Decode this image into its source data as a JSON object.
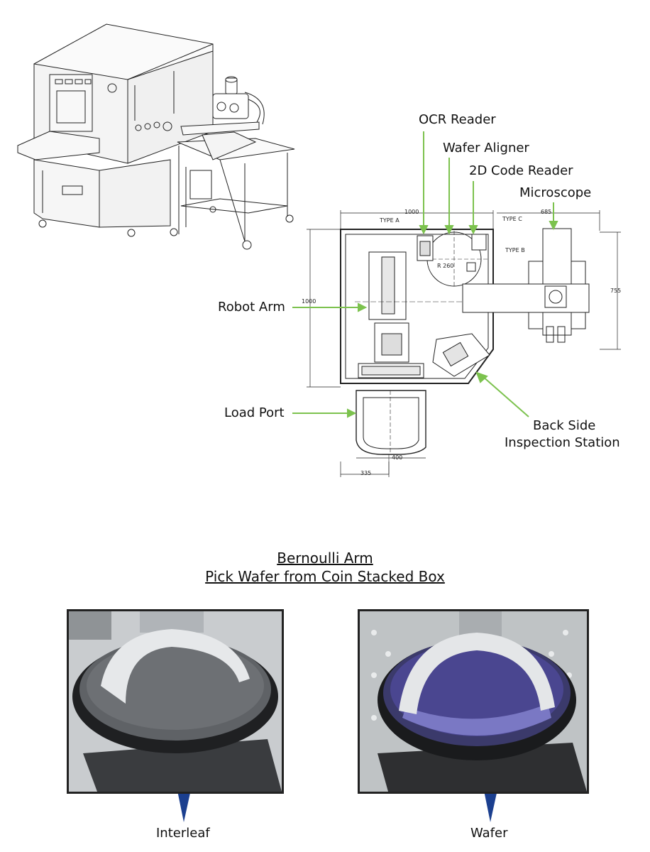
{
  "labels": {
    "ocr_reader": "OCR Reader",
    "wafer_aligner": "Wafer Aligner",
    "code_reader_2d": "2D Code Reader",
    "microscope": "Microscope",
    "robot_arm": "Robot Arm",
    "load_port": "Load Port",
    "back_side_line1": "Back Side",
    "back_side_line2": "Inspection Station"
  },
  "dimensions": {
    "top_width": "1000",
    "right_width": "685",
    "left_height": "1000",
    "right_height": "755",
    "bottom_offset": "335",
    "load_port_width": "400",
    "type_a": "TYPE A",
    "type_b": "TYPE B",
    "type_c": "TYPE C",
    "radius": "R 260"
  },
  "section": {
    "title_line1": "Bernoulli Arm",
    "title_line2": "Pick Wafer from Coin Stacked Box"
  },
  "photos": {
    "left_caption": "Interleaf",
    "right_caption": "Wafer"
  },
  "colors": {
    "callout_green": "#7cc24e",
    "arrow_blue": "#1b3f8f"
  }
}
